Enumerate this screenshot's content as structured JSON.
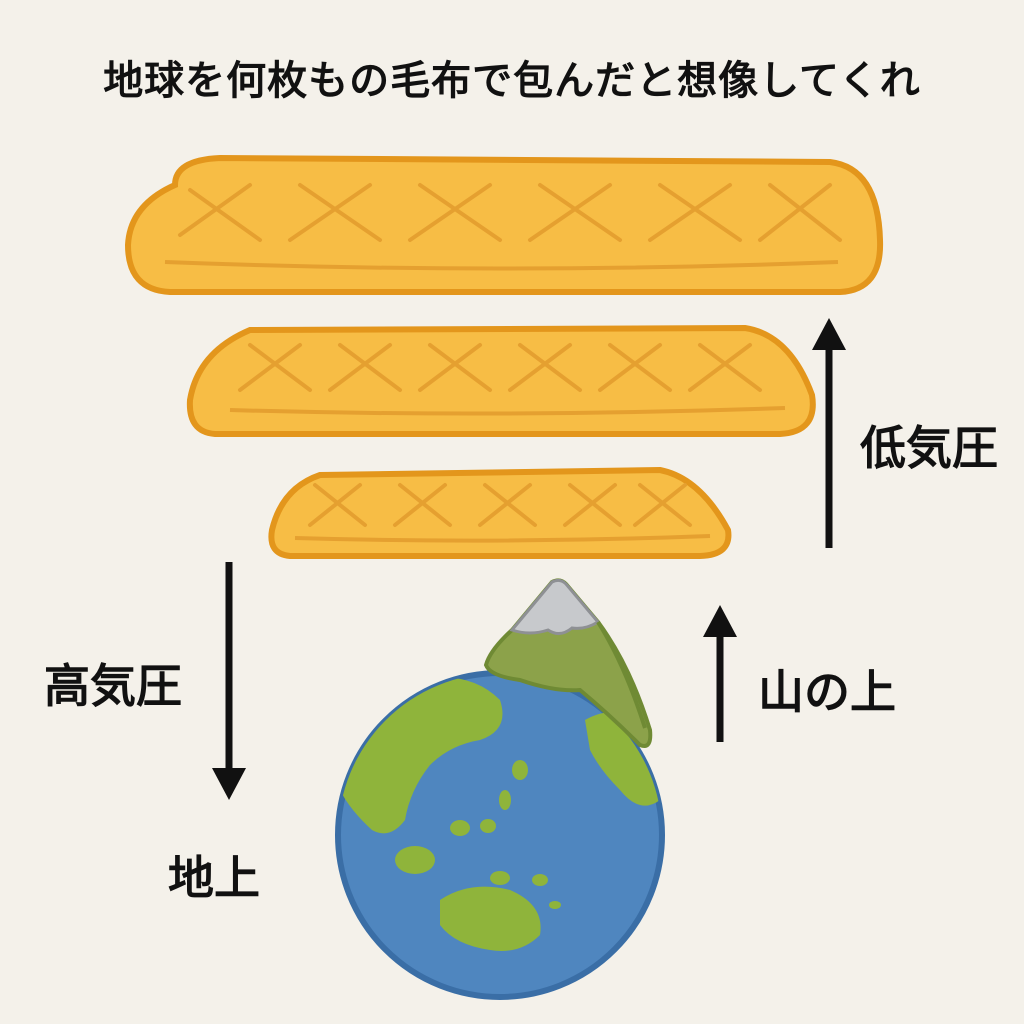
{
  "title": "地球を何枚もの毛布で包んだと想像してくれ",
  "labels": {
    "low_pressure": "低気圧",
    "high_pressure": "高気圧",
    "ground": "地上",
    "mountain_top": "山の上"
  },
  "colors": {
    "background": "#f4f1ea",
    "blanket_fill": "#f7bd45",
    "blanket_edge": "#e3961c",
    "blanket_stitch": "#e5a030",
    "ocean": "#4f86bf",
    "ocean_edge": "#3a6ea6",
    "land": "#8fb43b",
    "mountain": "#8ca24a",
    "mountain_dark": "#6f8a34",
    "snow": "#c7c9cc",
    "arrow": "#111111"
  },
  "icons": {
    "blankets": "blanket-icon",
    "earth": "globe-icon",
    "mountain": "mountain-icon"
  }
}
